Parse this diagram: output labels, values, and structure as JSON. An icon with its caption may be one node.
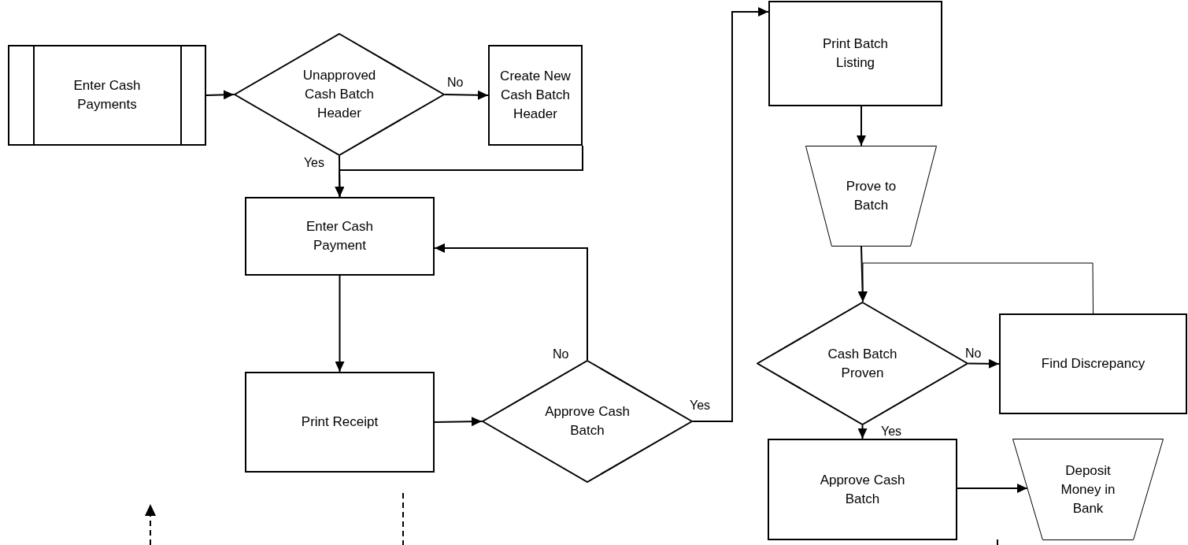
{
  "diagram": {
    "nodes": [
      {
        "text": [
          "Enter Cash Payments"
        ]
      },
      {
        "text": [
          "Unapproved Cash Batch Header"
        ]
      },
      {
        "text": [
          "Create New Cash Batch Header"
        ]
      },
      {
        "text": [
          "Enter Cash Payment"
        ]
      },
      {
        "text": [
          "Print Receipt"
        ]
      },
      {
        "text": [
          "Approve Cash Batch"
        ]
      },
      {
        "text": [
          "Print Batch Listing"
        ]
      },
      {
        "text": [
          "Prove to Batch"
        ]
      },
      {
        "text": [
          "Cash Batch Proven"
        ]
      },
      {
        "text": [
          "Find Discrepancy"
        ]
      },
      {
        "text": [
          "Approve Cash Batch"
        ]
      },
      {
        "text": [
          "Deposit Money in Bank"
        ]
      }
    ],
    "edges": [
      {
        "from": 0,
        "to": 1,
        "arrow": "to"
      },
      {
        "from": 1,
        "to": 2,
        "arrow": "to",
        "label": "No"
      },
      {
        "from": 1,
        "to": 3,
        "arrow": "to",
        "label": "Yes"
      },
      {
        "from": 2,
        "to": 3,
        "arrow": "to"
      },
      {
        "from": 3,
        "to": 4,
        "arrow": "to"
      },
      {
        "from": 4,
        "to": 5,
        "arrow": "to"
      },
      {
        "from": 5,
        "to": 3,
        "arrow": "to",
        "label": "No"
      },
      {
        "from": 5,
        "to": 6,
        "arrow": "to",
        "label": "Yes"
      },
      {
        "from": 6,
        "to": 7,
        "arrow": "to"
      },
      {
        "from": 7,
        "to": 8,
        "arrow": "to"
      },
      {
        "from": 9,
        "to": 8,
        "arrow": "to"
      },
      {
        "from": 8,
        "to": 9,
        "arrow": "to",
        "label": "No"
      },
      {
        "from": 8,
        "to": 10,
        "arrow": "to",
        "label": "Yes"
      },
      {
        "from": 10,
        "to": 11,
        "arrow": "to"
      }
    ]
  }
}
